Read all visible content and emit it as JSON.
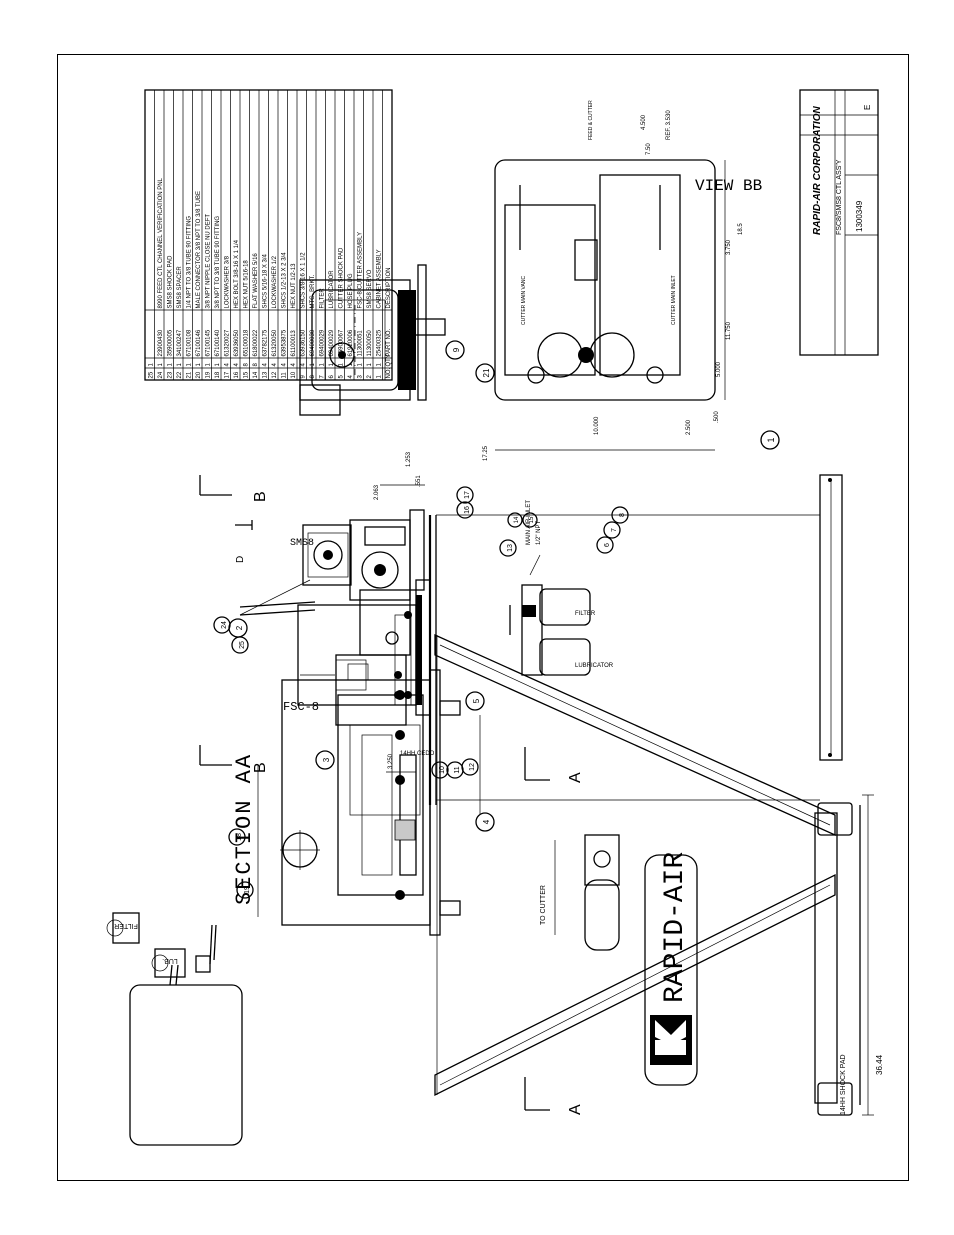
{
  "views": {
    "section_aa": "SECTION AA",
    "view_bb": "VIEW BB"
  },
  "company": {
    "name": "RAPID-AIR CORPORATION",
    "drawing_title": "FSC8/SMS8 CTL ASS'Y",
    "drawing_number": "1300349",
    "revision": "E"
  },
  "machine_labels": {
    "fsc": "FSC-8",
    "sms": "SMS8",
    "brand": "RAPID-AIR",
    "filter": "FILTER",
    "lubricator": "LUBRICATOR",
    "filter_box": "FILTER",
    "lub_box": "LUB.",
    "to_cutter": "TO CUTTER",
    "main_air_inlet": "MAIN AIR INLET",
    "main_air_inlet_size": "1/2\" NPT",
    "cutter_main_vanc": "CUTTER MAIN VANC",
    "cutter_main_inlet": "CUTTER MAIN INLET",
    "feed_cutter": "FEED & CUTTER",
    "shock_pad": "14HH SHOCK PAD",
    "side_note": "14HH CEDO"
  },
  "section_markers": {
    "a": "A",
    "b": "B",
    "d": "D"
  },
  "dimensions": {
    "d_36_44": "36.44",
    "d_17_25": "17.25",
    "d_10_000": "10.000",
    "d_2_500": "2.500",
    "d_500": ".500",
    "d_5_000": "5.000",
    "d_11_750": "11.750",
    "d_3_750": "3.750",
    "d_18_5": "18.5",
    "d_4_500": "4.500",
    "d_ref_3_530": "REF. 3.530",
    "d_7_50": "7.50",
    "d_2_063": "2.063",
    "d_551": ".551",
    "d_1_253": "1.253",
    "d_3_250": "3.250"
  },
  "callouts": [
    "1",
    "2",
    "3",
    "4",
    "5",
    "6",
    "7",
    "8",
    "9",
    "10",
    "11",
    "12",
    "13",
    "14",
    "15",
    "16",
    "17",
    "18",
    "19",
    "21",
    "24",
    "25"
  ],
  "bom": {
    "headers": [
      "NO.",
      "QTY",
      "PART NO.",
      "DESCRIPTION"
    ],
    "rows": [
      [
        "25",
        "1",
        "",
        ""
      ],
      [
        "24",
        "1",
        "23900430",
        "8990 FEED CTL CHANNEL VERIFICATION PNL"
      ],
      [
        "23",
        "1",
        "35900005",
        "SMS8 SHOCK PAD"
      ],
      [
        "22",
        "1",
        "34100247",
        "SMS8 SPACER"
      ],
      [
        "21",
        "1",
        "67100108",
        "1/4 NPT TO 3/8 TUBE 90 FITTING"
      ],
      [
        "20",
        "1",
        "67100146",
        "MALE CONNECTOR 3/8 NPT TO 3/8 TUBE"
      ],
      [
        "19",
        "1",
        "67100145",
        "3/8 NPT NIPPLE CLOSE NU DEFT"
      ],
      [
        "18",
        "1",
        "67100140",
        "3/8 NPT TO 3/8 TUBE 90 FITTING"
      ],
      [
        "17",
        "4",
        "61320027",
        "LOCKWASHER 3/8"
      ],
      [
        "16",
        "4",
        "63936050",
        "HEX BOLT 3/8-16 X 1 1/4"
      ],
      [
        "15",
        "8",
        "65100018",
        "HEX NUT 5/16-18"
      ],
      [
        "14",
        "8",
        "61800022",
        "FLAT WASHER 5/16"
      ],
      [
        "13",
        "4",
        "63782175",
        "SHCS 5/16-18 X 3/4"
      ],
      [
        "12",
        "4",
        "61320050",
        "LOCKWASHER 1/2"
      ],
      [
        "11",
        "4",
        "63953875",
        "SHCS 1/2-13 X 2 3/4"
      ],
      [
        "10",
        "4",
        "61100013",
        "HEX NUT 1/2-13"
      ],
      [
        "9",
        "4",
        "63936150",
        "SHCS 3/8-16 X 1 1/2"
      ],
      [
        "8",
        "1",
        "69400030",
        "MTG. BRKT."
      ],
      [
        "7",
        "1",
        "69400029",
        "FILTER"
      ],
      [
        "6",
        "1",
        "69400029",
        "LUBRICATOR"
      ],
      [
        "5",
        "1",
        "25900067",
        "CUTTER SHOCK PAD"
      ],
      [
        "4",
        "1",
        "61920006",
        "HOSE PLUG"
      ],
      [
        "3",
        "1",
        "11300051",
        "FSC-8 CUTTER ASSEMBLY"
      ],
      [
        "2",
        "1",
        "11300050",
        "SMS8 SERVO"
      ],
      [
        "1",
        "1",
        "25400325",
        "CABINET ASSEMBLY"
      ]
    ]
  }
}
